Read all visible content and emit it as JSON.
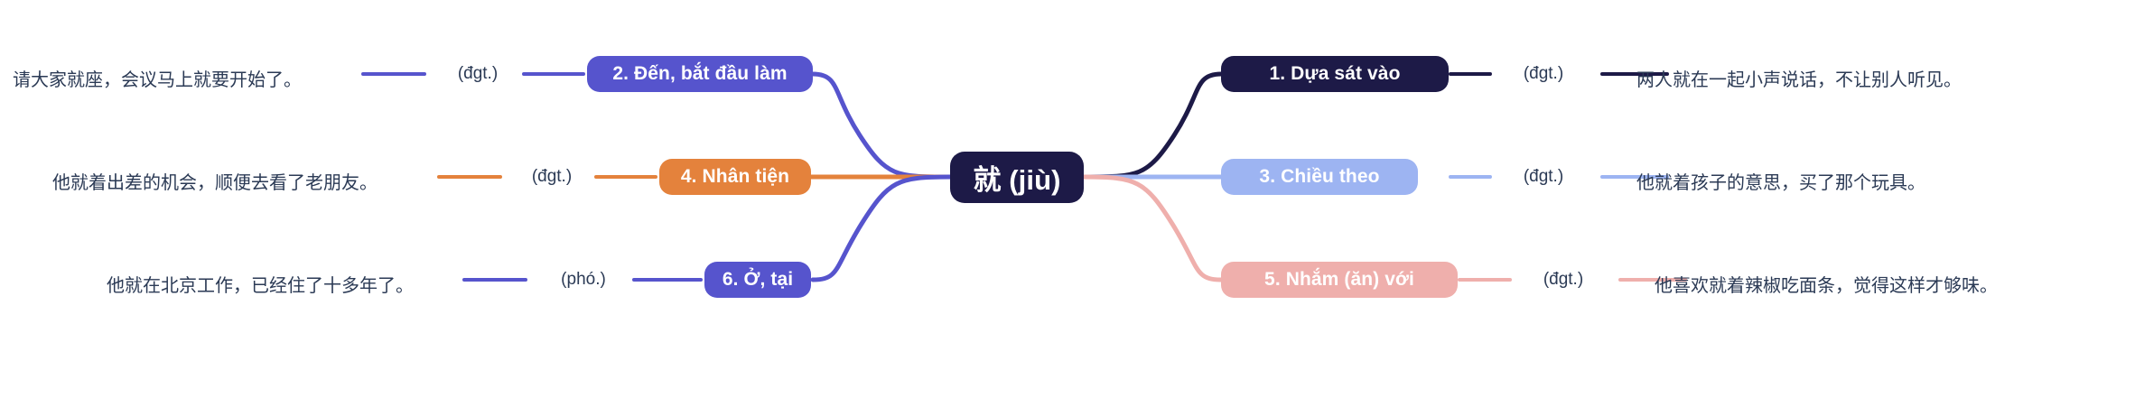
{
  "diagram": {
    "type": "mind-map",
    "title": "就 (jiù)",
    "center": {
      "label": "就 (jiù)",
      "hanzi": "就",
      "pinyin": "(jiù)",
      "color": "#1d1a47",
      "text_color": "#ffffff"
    },
    "palette": {
      "background": "#ffffff",
      "navy": "#1d1a47",
      "light_blue": "#9db4f2",
      "pink": "#efafac",
      "purple": "#5654cd",
      "orange": "#e4823c",
      "indigo": "#4b4bc4",
      "text": "#2b3a55"
    },
    "branches": [
      {
        "id": 1,
        "side": "right",
        "index": 0,
        "label": "1. Dựa sát vào",
        "color": "#1d1a47",
        "node_text_color": "#ffffff",
        "pos": "(đgt.)",
        "example": "两人就在一起小声说话，不让别人听见。"
      },
      {
        "id": 3,
        "side": "right",
        "index": 1,
        "label": "3. Chiều theo",
        "color": "#9db4f2",
        "node_text_color": "#ffffff",
        "pos": "(đgt.)",
        "example": "他就着孩子的意思，买了那个玩具。"
      },
      {
        "id": 5,
        "side": "right",
        "index": 2,
        "label": "5. Nhắm (ăn) với",
        "color": "#efafac",
        "node_text_color": "#ffffff",
        "pos": "(đgt.)",
        "example": "他喜欢就着辣椒吃面条，觉得这样才够味。"
      },
      {
        "id": 2,
        "side": "left",
        "index": 0,
        "label": "2. Đến, bắt đầu làm",
        "color": "#5654cd",
        "node_text_color": "#ffffff",
        "pos": "(đgt.)",
        "example": "请大家就座，会议马上就要开始了。"
      },
      {
        "id": 4,
        "side": "left",
        "index": 1,
        "label": "4. Nhân tiện",
        "color": "#e4823c",
        "node_text_color": "#ffffff",
        "pos": "(đgt.)",
        "example": "他就着出差的机会，顺便去看了老朋友。"
      },
      {
        "id": 6,
        "side": "left",
        "index": 2,
        "label": "6. Ở, tại",
        "color": "#5654cd",
        "node_text_color": "#ffffff",
        "pos": "(phó.)",
        "example": "他就在北京工作，已经住了十多年了。"
      }
    ]
  }
}
